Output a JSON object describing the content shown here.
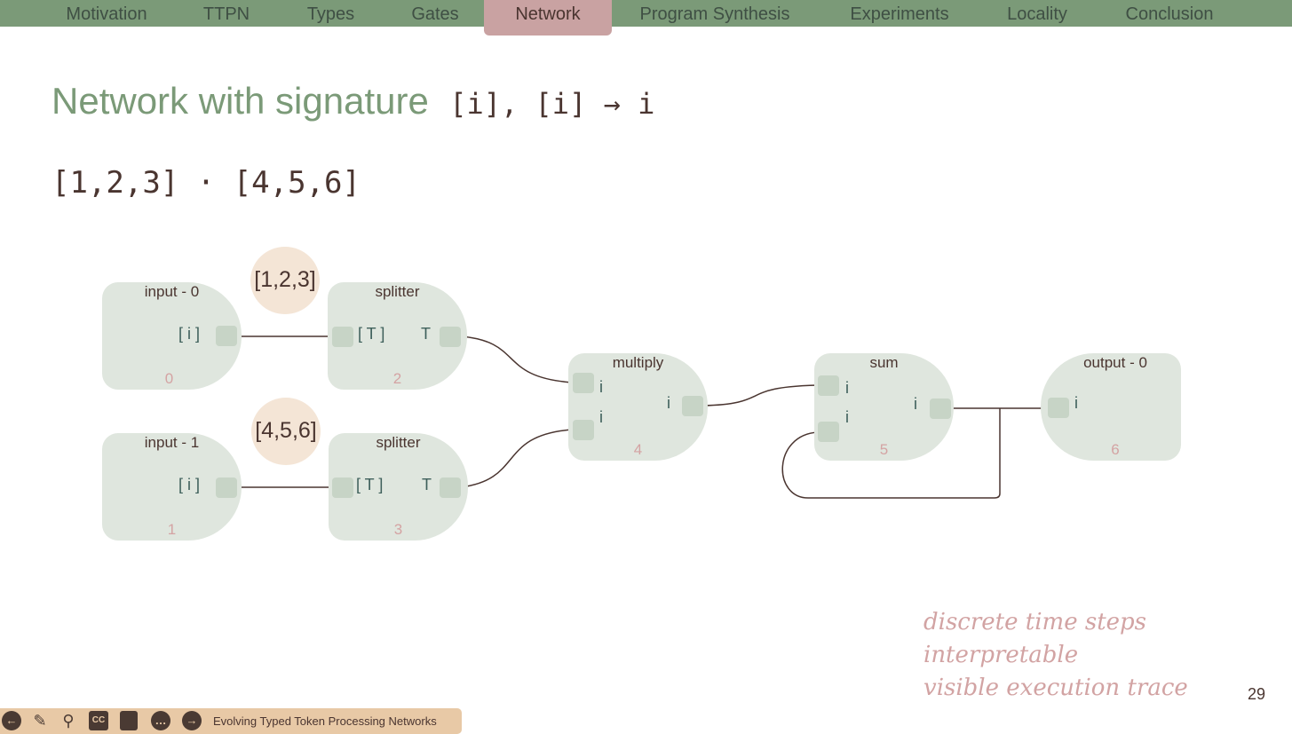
{
  "nav": {
    "tabs": [
      "Motivation",
      "TTPN",
      "Types",
      "Gates",
      "Network",
      "Program Synthesis",
      "Experiments",
      "Locality",
      "Conclusion"
    ],
    "active": "Network"
  },
  "slide": {
    "title": "Network with signature",
    "signature": "[i], [i] → i",
    "expression": "[1,2,3] · [4,5,6]",
    "nodes": [
      {
        "label": "input - 0",
        "id": "0",
        "ports": [
          "[ i ]"
        ]
      },
      {
        "label": "input - 1",
        "id": "1",
        "ports": [
          "[ i ]"
        ]
      },
      {
        "label": "splitter",
        "id": "2",
        "ports": [
          "[ T ]",
          "T"
        ]
      },
      {
        "label": "splitter",
        "id": "3",
        "ports": [
          "[ T ]",
          "T"
        ]
      },
      {
        "label": "multiply",
        "id": "4",
        "ports": [
          "i",
          "i",
          "i"
        ]
      },
      {
        "label": "sum",
        "id": "5",
        "ports": [
          "i",
          "i",
          "i"
        ]
      },
      {
        "label": "output - 0",
        "id": "6",
        "ports": [
          "i"
        ]
      }
    ],
    "tokens": [
      "[1,2,3]",
      "[4,5,6]"
    ],
    "notes": [
      "discrete time steps",
      "interpretable",
      "visible execution trace"
    ],
    "page_number": "29"
  },
  "footer": {
    "title": "Evolving Typed Token Processing Networks"
  },
  "colors": {
    "nav": "#7b9a78",
    "active_tab": "#c9a2a2",
    "node": "#dfe6de",
    "note": "#d2a3a3"
  }
}
